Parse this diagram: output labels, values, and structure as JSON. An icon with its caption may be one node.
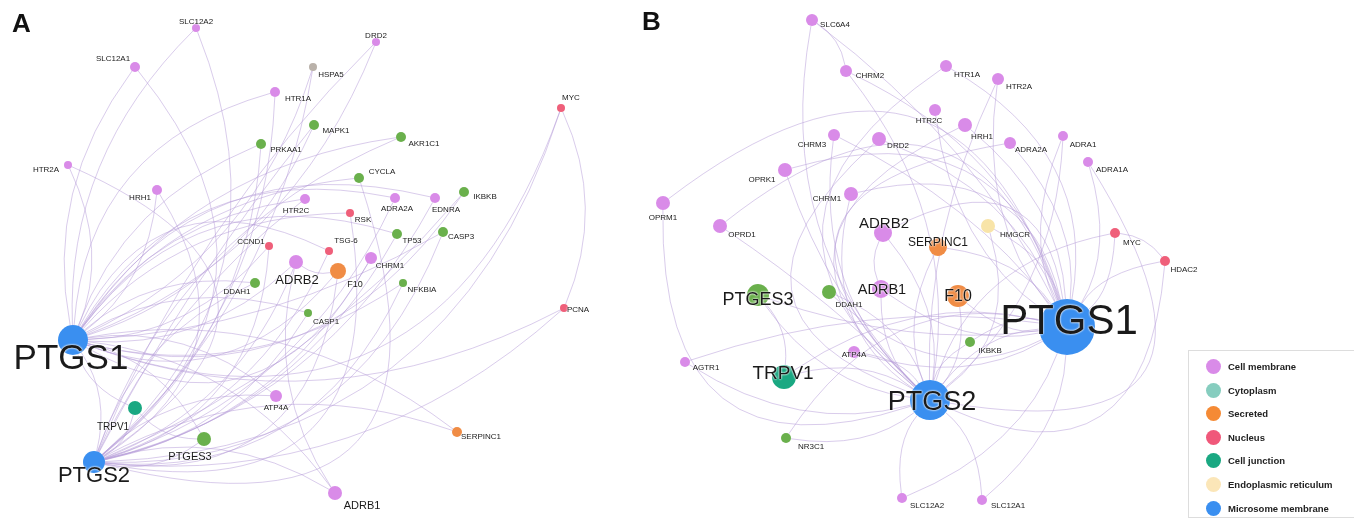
{
  "diagram": {
    "nodes": [
      {
        "text": [
          "SLC12A2"
        ]
      },
      {
        "text": [
          "DRD2"
        ]
      },
      {
        "text": [
          "SLC12A1"
        ]
      },
      {
        "text": [
          "HSPA5"
        ]
      },
      {
        "text": [
          "HTR1A"
        ]
      },
      {
        "text": [
          "MYC"
        ]
      },
      {
        "text": [
          "MAPK1"
        ]
      },
      {
        "text": [
          "AKR1C1"
        ]
      },
      {
        "text": [
          "PRKAA1"
        ]
      },
      {
        "text": [
          "HTR2A"
        ]
      },
      {
        "text": [
          "CYCLA"
        ]
      },
      {
        "text": [
          "HRH1"
        ]
      },
      {
        "text": [
          "IKBKB"
        ]
      },
      {
        "text": [
          "HTR2C"
        ]
      },
      {
        "text": [
          "ADRA2A"
        ]
      },
      {
        "text": [
          "EDNRA"
        ]
      },
      {
        "text": [
          "RSK"
        ]
      },
      {
        "text": [
          "CCND1"
        ]
      },
      {
        "text": [
          "TSG-6"
        ]
      },
      {
        "text": [
          "TP53"
        ]
      },
      {
        "text": [
          "CASP3"
        ]
      },
      {
        "text": [
          "ADRB2"
        ]
      },
      {
        "text": [
          "F10"
        ]
      },
      {
        "text": [
          "CHRM1"
        ]
      },
      {
        "text": [
          "DDAH1"
        ]
      },
      {
        "text": [
          "NFKBIA"
        ]
      },
      {
        "text": [
          "CASP1"
        ]
      },
      {
        "text": [
          "PCNA"
        ]
      },
      {
        "text": [
          "PTGS1"
        ]
      },
      {
        "text": [
          "ATP4A"
        ]
      },
      {
        "text": [
          "TRPV1"
        ]
      },
      {
        "text": [
          "SERPINC1"
        ]
      },
      {
        "text": [
          "PTGES3"
        ]
      },
      {
        "text": [
          "PTGS2"
        ]
      },
      {
        "text": [
          "ADRB1"
        ]
      },
      {
        "text": [
          "SLC6A4"
        ]
      },
      {
        "text": [
          "CHRM2"
        ]
      },
      {
        "text": [
          "HTR1A"
        ]
      },
      {
        "text": [
          "HTR2A"
        ]
      },
      {
        "text": [
          "HTR2C"
        ]
      },
      {
        "text": [
          "HRH1"
        ]
      },
      {
        "text": [
          "CHRM3"
        ]
      },
      {
        "text": [
          "DRD2"
        ]
      },
      {
        "text": [
          "ADRA2A"
        ]
      },
      {
        "text": [
          "ADRA1"
        ]
      },
      {
        "text": [
          "ADRA1A"
        ]
      },
      {
        "text": [
          "OPRK1"
        ]
      },
      {
        "text": [
          "OPRM1"
        ]
      },
      {
        "text": [
          "CHRM1"
        ]
      },
      {
        "text": [
          "OPRD1"
        ]
      },
      {
        "text": [
          "ADRB2"
        ]
      },
      {
        "text": [
          "HMGCR"
        ]
      },
      {
        "text": [
          "SERPINC1"
        ]
      },
      {
        "text": [
          "MYC"
        ]
      },
      {
        "text": [
          "HDAC2"
        ]
      },
      {
        "text": [
          "PTGES3"
        ]
      },
      {
        "text": [
          "DDAH1"
        ]
      },
      {
        "text": [
          "ADRB1"
        ]
      },
      {
        "text": [
          "F10"
        ]
      },
      {
        "text": [
          "PTGS1"
        ]
      },
      {
        "text": [
          "IKBKB"
        ]
      },
      {
        "text": [
          "ATP4A"
        ]
      },
      {
        "text": [
          "AGTR1"
        ]
      },
      {
        "text": [
          "TRPV1"
        ]
      },
      {
        "text": [
          "PTGS2"
        ]
      },
      {
        "text": [
          "NR3C1"
        ]
      },
      {
        "text": [
          "SLC12A2"
        ]
      },
      {
        "text": [
          "SLC12A1"
        ]
      }
    ],
    "edges": [
      {
        "from": 28,
        "to": 0,
        "arrow": "none"
      },
      {
        "from": 28,
        "to": 1,
        "arrow": "none"
      },
      {
        "from": 28,
        "to": 2,
        "arrow": "none"
      },
      {
        "from": 28,
        "to": 3,
        "arrow": "none"
      },
      {
        "from": 28,
        "to": 4,
        "arrow": "none"
      },
      {
        "from": 28,
        "to": 5,
        "arrow": "none"
      },
      {
        "from": 28,
        "to": 6,
        "arrow": "none"
      },
      {
        "from": 28,
        "to": 7,
        "arrow": "none"
      },
      {
        "from": 28,
        "to": 8,
        "arrow": "none"
      },
      {
        "from": 28,
        "to": 9,
        "arrow": "none"
      },
      {
        "from": 28,
        "to": 10,
        "arrow": "none"
      },
      {
        "from": 28,
        "to": 11,
        "arrow": "none"
      },
      {
        "from": 28,
        "to": 12,
        "arrow": "none"
      },
      {
        "from": 28,
        "to": 13,
        "arrow": "none"
      },
      {
        "from": 28,
        "to": 14,
        "arrow": "none"
      },
      {
        "from": 28,
        "to": 15,
        "arrow": "none"
      },
      {
        "from": 28,
        "to": 16,
        "arrow": "none"
      },
      {
        "from": 28,
        "to": 17,
        "arrow": "none"
      },
      {
        "from": 28,
        "to": 18,
        "arrow": "none"
      },
      {
        "from": 28,
        "to": 19,
        "arrow": "none"
      },
      {
        "from": 28,
        "to": 20,
        "arrow": "none"
      },
      {
        "from": 28,
        "to": 21,
        "arrow": "none"
      },
      {
        "from": 28,
        "to": 22,
        "arrow": "none"
      },
      {
        "from": 28,
        "to": 23,
        "arrow": "none"
      },
      {
        "from": 28,
        "to": 24,
        "arrow": "none"
      },
      {
        "from": 28,
        "to": 25,
        "arrow": "none"
      },
      {
        "from": 28,
        "to": 26,
        "arrow": "none"
      },
      {
        "from": 28,
        "to": 27,
        "arrow": "none"
      },
      {
        "from": 28,
        "to": 29,
        "arrow": "none"
      },
      {
        "from": 28,
        "to": 30,
        "arrow": "none"
      },
      {
        "from": 28,
        "to": 31,
        "arrow": "none"
      },
      {
        "from": 28,
        "to": 32,
        "arrow": "none"
      },
      {
        "from": 28,
        "to": 33,
        "arrow": "none"
      },
      {
        "from": 28,
        "to": 34,
        "arrow": "none"
      },
      {
        "from": 33,
        "to": 0,
        "arrow": "none"
      },
      {
        "from": 33,
        "to": 1,
        "arrow": "none"
      },
      {
        "from": 33,
        "to": 2,
        "arrow": "none"
      },
      {
        "from": 33,
        "to": 3,
        "arrow": "none"
      },
      {
        "from": 33,
        "to": 4,
        "arrow": "none"
      },
      {
        "from": 33,
        "to": 5,
        "arrow": "none"
      },
      {
        "from": 33,
        "to": 6,
        "arrow": "none"
      },
      {
        "from": 33,
        "to": 7,
        "arrow": "none"
      },
      {
        "from": 33,
        "to": 8,
        "arrow": "none"
      },
      {
        "from": 33,
        "to": 9,
        "arrow": "none"
      },
      {
        "from": 33,
        "to": 10,
        "arrow": "none"
      },
      {
        "from": 33,
        "to": 11,
        "arrow": "none"
      },
      {
        "from": 33,
        "to": 12,
        "arrow": "none"
      },
      {
        "from": 33,
        "to": 13,
        "arrow": "none"
      },
      {
        "from": 33,
        "to": 14,
        "arrow": "none"
      },
      {
        "from": 33,
        "to": 15,
        "arrow": "none"
      },
      {
        "from": 33,
        "to": 16,
        "arrow": "none"
      },
      {
        "from": 33,
        "to": 17,
        "arrow": "none"
      },
      {
        "from": 33,
        "to": 18,
        "arrow": "none"
      },
      {
        "from": 33,
        "to": 19,
        "arrow": "none"
      },
      {
        "from": 33,
        "to": 20,
        "arrow": "none"
      },
      {
        "from": 33,
        "to": 21,
        "arrow": "none"
      },
      {
        "from": 33,
        "to": 22,
        "arrow": "none"
      },
      {
        "from": 33,
        "to": 23,
        "arrow": "none"
      },
      {
        "from": 33,
        "to": 24,
        "arrow": "none"
      },
      {
        "from": 33,
        "to": 25,
        "arrow": "none"
      },
      {
        "from": 33,
        "to": 26,
        "arrow": "none"
      },
      {
        "from": 33,
        "to": 27,
        "arrow": "none"
      },
      {
        "from": 33,
        "to": 29,
        "arrow": "none"
      },
      {
        "from": 33,
        "to": 30,
        "arrow": "none"
      },
      {
        "from": 33,
        "to": 31,
        "arrow": "none"
      },
      {
        "from": 33,
        "to": 32,
        "arrow": "none"
      },
      {
        "from": 33,
        "to": 34,
        "arrow": "none"
      },
      {
        "from": 30,
        "to": 32,
        "arrow": "none"
      },
      {
        "from": 5,
        "to": 27,
        "arrow": "none"
      },
      {
        "from": 21,
        "to": 22,
        "arrow": "none"
      },
      {
        "from": 34,
        "to": 21,
        "arrow": "none"
      },
      {
        "from": 59,
        "to": 35,
        "arrow": "none"
      },
      {
        "from": 59,
        "to": 36,
        "arrow": "none"
      },
      {
        "from": 59,
        "to": 37,
        "arrow": "none"
      },
      {
        "from": 59,
        "to": 38,
        "arrow": "none"
      },
      {
        "from": 59,
        "to": 39,
        "arrow": "none"
      },
      {
        "from": 59,
        "to": 40,
        "arrow": "none"
      },
      {
        "from": 59,
        "to": 41,
        "arrow": "none"
      },
      {
        "from": 59,
        "to": 42,
        "arrow": "none"
      },
      {
        "from": 59,
        "to": 43,
        "arrow": "none"
      },
      {
        "from": 59,
        "to": 44,
        "arrow": "none"
      },
      {
        "from": 59,
        "to": 45,
        "arrow": "none"
      },
      {
        "from": 59,
        "to": 46,
        "arrow": "none"
      },
      {
        "from": 59,
        "to": 47,
        "arrow": "none"
      },
      {
        "from": 59,
        "to": 48,
        "arrow": "none"
      },
      {
        "from": 59,
        "to": 49,
        "arrow": "none"
      },
      {
        "from": 59,
        "to": 50,
        "arrow": "none"
      },
      {
        "from": 59,
        "to": 51,
        "arrow": "none"
      },
      {
        "from": 59,
        "to": 52,
        "arrow": "none"
      },
      {
        "from": 59,
        "to": 53,
        "arrow": "none"
      },
      {
        "from": 59,
        "to": 54,
        "arrow": "none"
      },
      {
        "from": 59,
        "to": 55,
        "arrow": "none"
      },
      {
        "from": 59,
        "to": 56,
        "arrow": "none"
      },
      {
        "from": 59,
        "to": 57,
        "arrow": "none"
      },
      {
        "from": 59,
        "to": 58,
        "arrow": "none"
      },
      {
        "from": 59,
        "to": 60,
        "arrow": "none"
      },
      {
        "from": 59,
        "to": 61,
        "arrow": "none"
      },
      {
        "from": 59,
        "to": 62,
        "arrow": "none"
      },
      {
        "from": 59,
        "to": 63,
        "arrow": "none"
      },
      {
        "from": 59,
        "to": 64,
        "arrow": "none"
      },
      {
        "from": 59,
        "to": 65,
        "arrow": "none"
      },
      {
        "from": 59,
        "to": 66,
        "arrow": "none"
      },
      {
        "from": 59,
        "to": 67,
        "arrow": "none"
      },
      {
        "from": 64,
        "to": 35,
        "arrow": "none"
      },
      {
        "from": 64,
        "to": 36,
        "arrow": "none"
      },
      {
        "from": 64,
        "to": 37,
        "arrow": "none"
      },
      {
        "from": 64,
        "to": 38,
        "arrow": "none"
      },
      {
        "from": 64,
        "to": 40,
        "arrow": "none"
      },
      {
        "from": 64,
        "to": 41,
        "arrow": "none"
      },
      {
        "from": 64,
        "to": 42,
        "arrow": "none"
      },
      {
        "from": 64,
        "to": 43,
        "arrow": "none"
      },
      {
        "from": 64,
        "to": 44,
        "arrow": "none"
      },
      {
        "from": 64,
        "to": 45,
        "arrow": "none"
      },
      {
        "from": 64,
        "to": 46,
        "arrow": "none"
      },
      {
        "from": 64,
        "to": 47,
        "arrow": "none"
      },
      {
        "from": 64,
        "to": 48,
        "arrow": "none"
      },
      {
        "from": 64,
        "to": 49,
        "arrow": "none"
      },
      {
        "from": 64,
        "to": 50,
        "arrow": "none"
      },
      {
        "from": 64,
        "to": 51,
        "arrow": "none"
      },
      {
        "from": 64,
        "to": 52,
        "arrow": "none"
      },
      {
        "from": 64,
        "to": 53,
        "arrow": "none"
      },
      {
        "from": 64,
        "to": 54,
        "arrow": "none"
      },
      {
        "from": 64,
        "to": 55,
        "arrow": "none"
      },
      {
        "from": 64,
        "to": 56,
        "arrow": "none"
      },
      {
        "from": 64,
        "to": 57,
        "arrow": "none"
      },
      {
        "from": 64,
        "to": 58,
        "arrow": "none"
      },
      {
        "from": 64,
        "to": 60,
        "arrow": "none"
      },
      {
        "from": 64,
        "to": 61,
        "arrow": "none"
      },
      {
        "from": 64,
        "to": 62,
        "arrow": "none"
      },
      {
        "from": 64,
        "to": 63,
        "arrow": "none"
      },
      {
        "from": 64,
        "to": 65,
        "arrow": "none"
      },
      {
        "from": 64,
        "to": 66,
        "arrow": "none"
      },
      {
        "from": 64,
        "to": 67,
        "arrow": "none"
      },
      {
        "from": 63,
        "to": 55,
        "arrow": "none"
      },
      {
        "from": 53,
        "to": 54,
        "arrow": "none"
      },
      {
        "from": 50,
        "to": 57,
        "arrow": "none"
      },
      {
        "from": 35,
        "to": 36,
        "arrow": "none"
      }
    ],
    "labels": [
      "A",
      "B"
    ],
    "legend": [
      {
        "text": "Cell membrane",
        "color": "#d98be8"
      },
      {
        "text": "Cytoplasm",
        "color": "#86cdbf"
      },
      {
        "text": "Secreted",
        "color": "#f58a35"
      },
      {
        "text": "Nucleus",
        "color": "#f0587a"
      },
      {
        "text": "Cell junction",
        "color": "#1aa882"
      },
      {
        "text": "Endoplasmic reticulum",
        "color": "#fbe6b8"
      },
      {
        "text": "Microsome membrane",
        "color": "#3a8ff0"
      }
    ]
  }
}
